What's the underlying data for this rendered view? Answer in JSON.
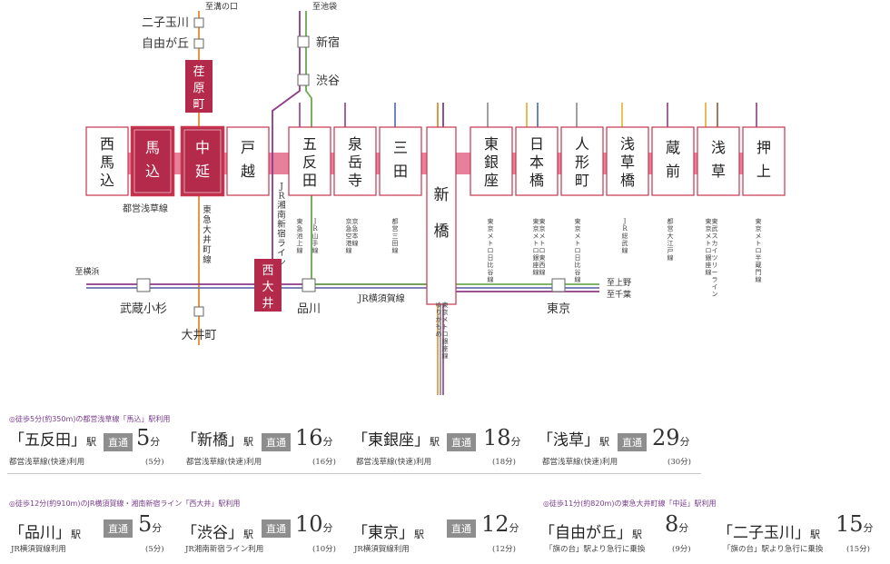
{
  "colors": {
    "asakusa": "#e7809b",
    "station_border": "#c8344e",
    "highlight": "#b42a4a",
    "oimachi": "#e28d2f",
    "yamanote": "#6aa84f",
    "shonan": "#8e3a87",
    "yokosuka": "#6f6fb0",
    "line_gray": "#888888",
    "note": "#7a3b8f"
  },
  "map": {
    "main_stations": [
      "西馬込",
      "馬込",
      "中延",
      "戸越",
      "五反田",
      "泉岳寺",
      "三田",
      "新橋",
      "東銀座",
      "日本橋",
      "人形町",
      "浅草橋",
      "蔵前",
      "浅草",
      "押上"
    ],
    "oimachi_stations": {
      "top_label": "至溝の口",
      "futako": "二子玉川",
      "jiyugaoka": "自由が丘",
      "ebara": "荏原町",
      "bottom": "大井町"
    },
    "shonan_stations": {
      "top_label": "至池袋",
      "shinjuku": "新宿",
      "shibuya": "渋谷",
      "nishioi": "西大井"
    },
    "yokosuka_stations": {
      "musashi": "武蔵小杉",
      "shinagawa": "品川",
      "tokyo": "東京",
      "to_yokohama": "至横浜",
      "to_ueno": "至上野",
      "to_chiba": "至千葉"
    },
    "line_labels": {
      "asakusa": "都営浅草線",
      "oimachi": "東急大井町線",
      "shonan": "JR湘南新宿ライン",
      "yokosuka": "JR横須賀線"
    },
    "transfer_labels": [
      "東急池上線",
      "JR山手線",
      "京急空港線 京急本線",
      "都営三田線",
      "ゆりかもめ 東京メトロ銀座線",
      "東京メトロ日比谷線",
      "東京メトロ銀座線 東京メトロ東西線",
      "東京メトロ日比谷線",
      "JR総武線",
      "都営大江戸線",
      "東京メトロ銀座線 東武スカイツリーライン",
      "東京メトロ半蔵門線"
    ]
  },
  "sections": [
    {
      "note": "◎徒歩5分(約350m)の都営浅草線「馬込」駅利用",
      "entries": [
        {
          "dest": "「五反田」",
          "eki": "駅",
          "badge": "直通",
          "time": "5",
          "unit": "分",
          "sub": "都営浅草線(快速)利用",
          "paren": "(5分)"
        },
        {
          "dest": "「新橋」",
          "eki": "駅",
          "badge": "直通",
          "time": "16",
          "unit": "分",
          "sub": "都営浅草線(快速)利用",
          "paren": "(16分)"
        },
        {
          "dest": "「東銀座」",
          "eki": "駅",
          "badge": "直通",
          "time": "18",
          "unit": "分",
          "sub": "都営浅草線(快速)利用",
          "paren": "(18分)"
        },
        {
          "dest": "「浅草」",
          "eki": "駅",
          "badge": "直通",
          "time": "29",
          "unit": "分",
          "sub": "都営浅草線(快速)利用",
          "paren": "(30分)"
        }
      ]
    },
    {
      "note": "◎徒歩12分(約910m)のJR横須賀線・湘南新宿ライン「西大井」駅利用",
      "entries": [
        {
          "dest": "「品川」",
          "eki": "駅",
          "badge": "直通",
          "time": "5",
          "unit": "分",
          "sub": "JR横須賀線利用",
          "paren": "(5分)"
        },
        {
          "dest": "「渋谷」",
          "eki": "駅",
          "badge": "直通",
          "time": "10",
          "unit": "分",
          "sub": "JR湘南新宿ライン利用",
          "paren": "(10分)"
        },
        {
          "dest": "「東京」",
          "eki": "駅",
          "badge": "直通",
          "time": "12",
          "unit": "分",
          "sub": "JR横須賀線利用",
          "paren": "(12分)"
        }
      ]
    },
    {
      "note": "◎徒歩11分(約820m)の東急大井町線「中延」駅利用",
      "entries": [
        {
          "dest": "「自由が丘」",
          "eki": "駅",
          "badge": "",
          "time": "8",
          "unit": "分",
          "sub": "「旗の台」駅より急行に乗換",
          "paren": "(9分)"
        },
        {
          "dest": "「二子玉川」",
          "eki": "駅",
          "badge": "",
          "time": "15",
          "unit": "分",
          "sub": "「旗の台」駅より急行に乗換",
          "paren": "(15分)"
        }
      ]
    }
  ]
}
